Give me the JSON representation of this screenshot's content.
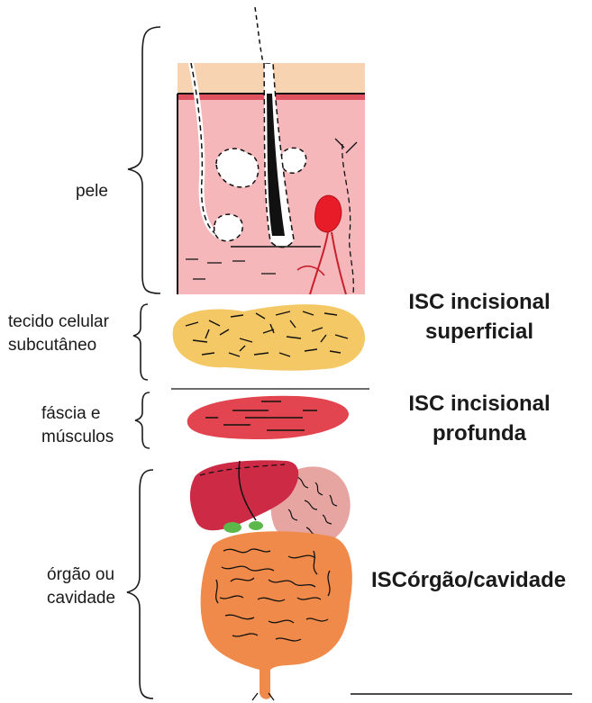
{
  "colors": {
    "skin_top": "#f7d3b1",
    "skin_dermis": "#f6b7bb",
    "skin_line": "#e0525f",
    "subcutaneous": "#f4c865",
    "muscle": "#e2454f",
    "liver": "#cc2a45",
    "stomach": "#e7a5a2",
    "intestine": "#f08a4a",
    "gland": "#e81c29",
    "gallbladder": "#5cb84a",
    "ink": "#111111"
  },
  "layers": [
    {
      "label_lines": [
        "pele"
      ]
    },
    {
      "label_lines": [
        "tecido celular",
        "subcutâneo"
      ]
    },
    {
      "label_lines": [
        "fáscia e",
        "músculos"
      ]
    },
    {
      "label_lines": [
        "órgão ou",
        "cavidade"
      ]
    }
  ],
  "categories": [
    {
      "label_lines": [
        "ISC incisional",
        "superficial"
      ]
    },
    {
      "label_lines": [
        "ISC incisional",
        "profunda"
      ]
    },
    {
      "label_lines": [
        "ISCórgão/cavidade"
      ]
    }
  ]
}
